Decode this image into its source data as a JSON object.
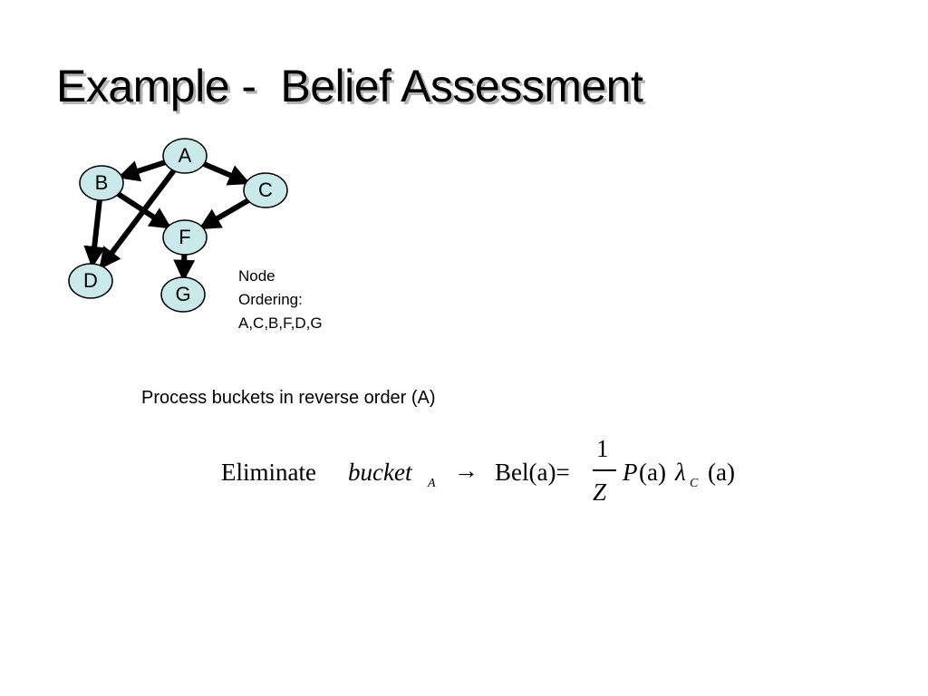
{
  "slide": {
    "title": "Example -  Belief Assessment"
  },
  "diagram": {
    "nodes": [
      {
        "id": "A",
        "label": "A"
      },
      {
        "id": "B",
        "label": "B"
      },
      {
        "id": "C",
        "label": "C"
      },
      {
        "id": "F",
        "label": "F"
      },
      {
        "id": "D",
        "label": "D"
      },
      {
        "id": "G",
        "label": "G"
      }
    ],
    "edges": [
      {
        "from": "A",
        "to": "B"
      },
      {
        "from": "A",
        "to": "C"
      },
      {
        "from": "A",
        "to": "D"
      },
      {
        "from": "B",
        "to": "F"
      },
      {
        "from": "C",
        "to": "F"
      },
      {
        "from": "B",
        "to": "D"
      },
      {
        "from": "F",
        "to": "G"
      }
    ],
    "node_fill": "#c9e9ea"
  },
  "ordering": {
    "line1": "Node",
    "line2": "Ordering:",
    "line3": "A,C,B,F,D,G"
  },
  "process": {
    "text": "Process buckets in reverse order (A)"
  },
  "formula": {
    "eliminate": "Eliminate",
    "bucket": "bucket",
    "bucket_sub": "A",
    "arrow": "→",
    "bel": "Bel(a)=",
    "numerator": "1",
    "denominator": "Z",
    "p": "P",
    "p_args": "(a)",
    "lambda": "λ",
    "lambda_sub": "C",
    "lambda_args": "(a)"
  }
}
